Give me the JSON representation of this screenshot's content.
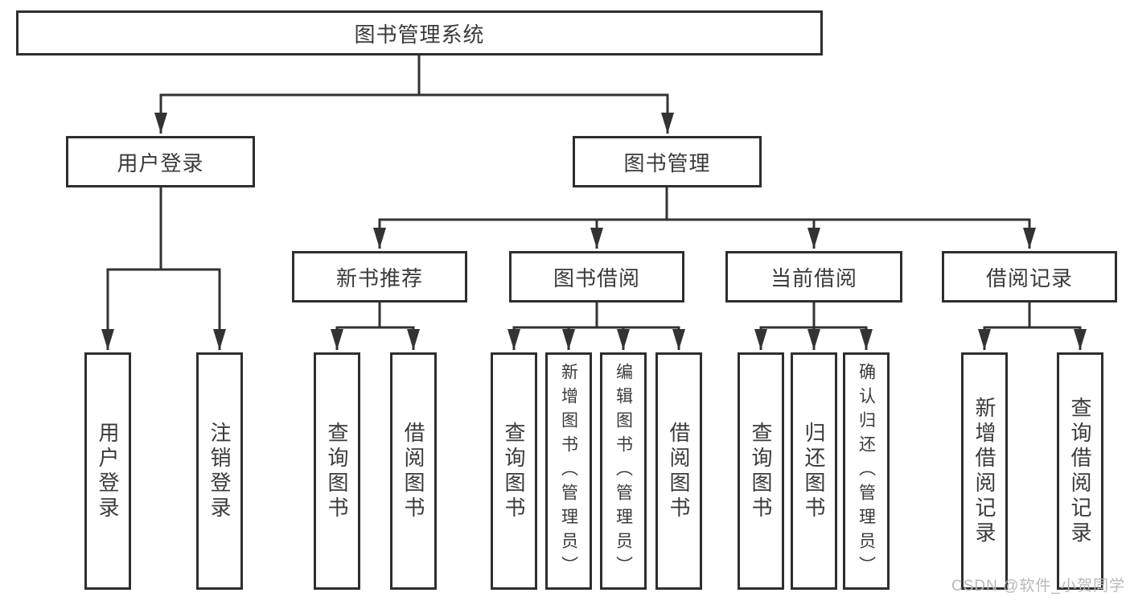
{
  "tree": {
    "root": {
      "label": "图书管理系统"
    },
    "branches": [
      {
        "label": "用户登录",
        "children": [
          {
            "label": "用户登录"
          },
          {
            "label": "注销登录"
          }
        ]
      },
      {
        "label": "图书管理",
        "children": [
          {
            "label": "新书推荐",
            "children": [
              {
                "label": "查询图书"
              },
              {
                "label": "借阅图书"
              }
            ]
          },
          {
            "label": "图书借阅",
            "children": [
              {
                "label": "查询图书"
              },
              {
                "label": "新增图书（管理员）"
              },
              {
                "label": "编辑图书（管理员）"
              },
              {
                "label": "借阅图书"
              }
            ]
          },
          {
            "label": "当前借阅",
            "children": [
              {
                "label": "查询图书"
              },
              {
                "label": "归还图书"
              },
              {
                "label": "确认归还（管理员）"
              }
            ]
          },
          {
            "label": "借阅记录",
            "children": [
              {
                "label": "新增借阅记录"
              },
              {
                "label": "查询借阅记录"
              }
            ]
          }
        ]
      }
    ]
  },
  "watermark": {
    "text": "CSDN @软件_小贺同学"
  },
  "colors": {
    "line": "#333333",
    "box_border": "#2e2e2e",
    "text": "#3a3a3a",
    "watermark": "#b8b8b8",
    "background": "#ffffff"
  }
}
